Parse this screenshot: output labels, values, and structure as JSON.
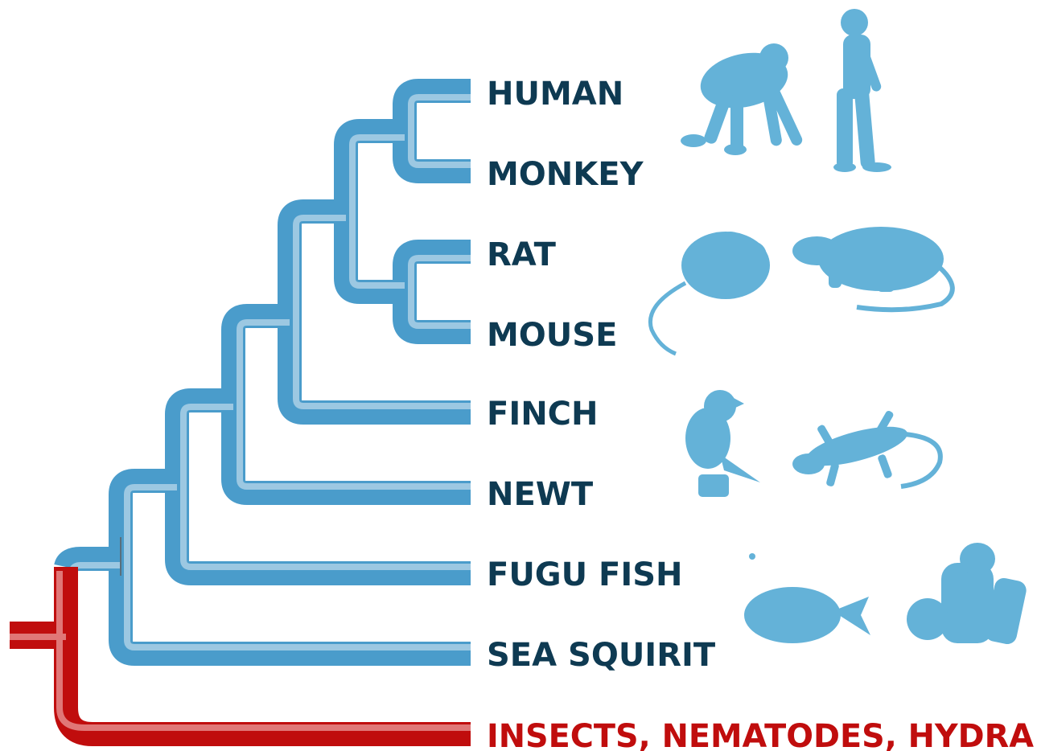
{
  "taxa": [
    {
      "id": "human",
      "label": "HUMAN"
    },
    {
      "id": "monkey",
      "label": "MONKEY"
    },
    {
      "id": "rat",
      "label": "RAT"
    },
    {
      "id": "mouse",
      "label": "MOUSE"
    },
    {
      "id": "finch",
      "label": "FINCH"
    },
    {
      "id": "newt",
      "label": "NEWT"
    },
    {
      "id": "fugu",
      "label": "FUGU FISH"
    },
    {
      "id": "sea-squirt",
      "label": "SEA SQUIRIT"
    },
    {
      "id": "outgroup",
      "label": "INSECTS, NEMATODES, HYDRA"
    }
  ],
  "silhouettes": [
    "chimp-icon",
    "human-walking-icon",
    "mouse-icon",
    "rat-icon",
    "finch-icon",
    "gecko-icon",
    "pufferfish-icon",
    "sea-squirt-icon"
  ],
  "colors": {
    "branch_blue": "#4a9ccb",
    "branch_blue_inner": "#9cc8e2",
    "branch_red": "#c00d0d",
    "branch_red_inner": "#e07777",
    "label_dark": "#0e3a52",
    "label_red": "#c00d0d",
    "silhouette": "#64b2d8"
  }
}
